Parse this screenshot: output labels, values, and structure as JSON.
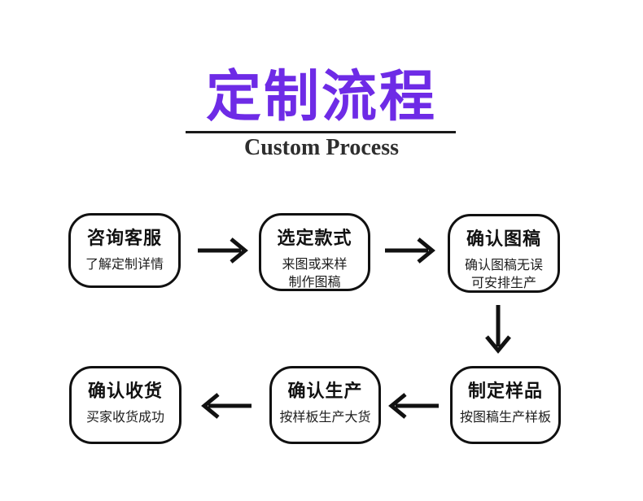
{
  "header": {
    "title": "定制流程",
    "subtitle": "Custom Process"
  },
  "steps": [
    {
      "title": "咨询客服",
      "desc_lines": [
        "了解定制详情"
      ]
    },
    {
      "title": "选定款式",
      "desc_lines": [
        "来图或来样",
        "制作图稿"
      ]
    },
    {
      "title": "确认图稿",
      "desc_lines": [
        "确认图稿无误",
        "可安排生产"
      ]
    },
    {
      "title": "制定样品",
      "desc_lines": [
        "按图稿生产样板"
      ]
    },
    {
      "title": "确认生产",
      "desc_lines": [
        "按样板生产大货"
      ]
    },
    {
      "title": "确认收货",
      "desc_lines": [
        "买家收货成功"
      ]
    }
  ],
  "colors": {
    "title_purple": "#6e2be6",
    "line_black": "#111111"
  }
}
